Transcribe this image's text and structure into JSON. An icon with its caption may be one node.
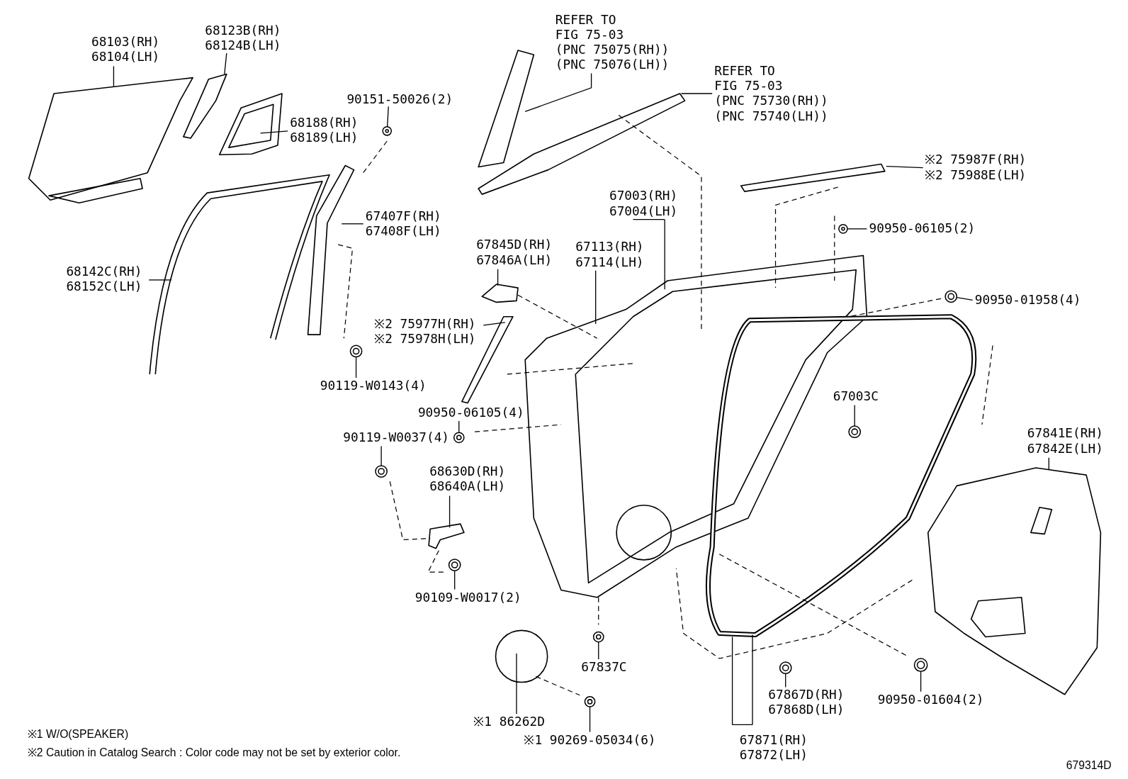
{
  "diagram": {
    "nodes": [
      {
        "text": [
          "68103(RH) 68104(LH)"
        ]
      },
      {
        "text": [
          "68123B(RH) 68124B(LH)"
        ]
      },
      {
        "text": [
          "68188(RH) 68189(LH)"
        ]
      },
      {
        "text": [
          "90151-50026(2)"
        ]
      },
      {
        "text": [
          "68142C(RH) 68152C(LH)"
        ]
      },
      {
        "text": [
          "67407F(RH) 67408F(LH)"
        ]
      },
      {
        "text": [
          "90119-W0143(4)"
        ]
      },
      {
        "text": [
          "REFER TO FIG 75-03",
          "(PNC 75075(RH)) (PNC 75076(LH))"
        ]
      },
      {
        "text": [
          "REFER TO FIG 75-03",
          "(PNC 75730(RH)) (PNC 75740(LH))"
        ]
      },
      {
        "text": [
          "※2 75987F(RH) ※2 75988E(LH)"
        ]
      },
      {
        "text": [
          "90950-06105(2)"
        ]
      },
      {
        "text": [
          "67003(RH) 67004(LH)"
        ]
      },
      {
        "text": [
          "67113(RH) 67114(LH)"
        ]
      },
      {
        "text": [
          "67845D(RH) 67846A(LH)"
        ]
      },
      {
        "text": [
          "90950-01958(4)"
        ]
      },
      {
        "text": [
          "※2 75977H(RH) ※2 75978H(LH)"
        ]
      },
      {
        "text": [
          "67003C"
        ]
      },
      {
        "text": [
          "90950-06105(4)"
        ]
      },
      {
        "text": [
          "90119-W0037(4)"
        ]
      },
      {
        "text": [
          "68630D(RH) 68640A(LH)"
        ]
      },
      {
        "text": [
          "67841E(RH) 67842E(LH)"
        ]
      },
      {
        "text": [
          "90109-W0017(2)"
        ]
      },
      {
        "text": [
          "67837C"
        ]
      },
      {
        "text": [
          "※1 86262D"
        ]
      },
      {
        "text": [
          "※1 90269-05034(6)"
        ]
      },
      {
        "text": [
          "67867D(RH) 67868D(LH)"
        ]
      },
      {
        "text": [
          "90950-01604(2)"
        ]
      },
      {
        "text": [
          "67871(RH) 67872(LH)"
        ]
      },
      {
        "text": [],
        "shape": "picture"
      },
      {
        "text": [],
        "shape": "picture"
      },
      {
        "text": [],
        "shape": "picture"
      },
      {
        "text": [],
        "shape": "picture"
      },
      {
        "text": [],
        "shape": "picture"
      },
      {
        "text": [],
        "shape": "picture"
      },
      {
        "text": [],
        "shape": "picture"
      },
      {
        "text": [],
        "shape": "picture"
      },
      {
        "text": [],
        "shape": "picture"
      },
      {
        "text": [],
        "shape": "picture"
      },
      {
        "text": [],
        "shape": "picture"
      },
      {
        "text": [],
        "shape": "picture"
      },
      {
        "text": [],
        "shape": "picture"
      }
    ],
    "edges": [
      {
        "from": 0,
        "to": null,
        "arrow": "none"
      },
      {
        "from": 1,
        "to": null,
        "arrow": "none"
      },
      {
        "from": 2,
        "to": null,
        "arrow": "none"
      },
      {
        "from": 3,
        "to": 30,
        "arrow": "none"
      },
      {
        "from": 4,
        "to": null,
        "arrow": "none"
      },
      {
        "from": 5,
        "to": null,
        "arrow": "none"
      },
      {
        "from": 6,
        "to": 28,
        "arrow": "none"
      },
      {
        "from": 7,
        "to": null,
        "arrow": "none"
      },
      {
        "from": 8,
        "to": null,
        "arrow": "none"
      },
      {
        "from": 9,
        "to": null,
        "arrow": "none"
      },
      {
        "from": 10,
        "to": 36,
        "arrow": "none"
      },
      {
        "from": 11,
        "to": null,
        "arrow": "none"
      },
      {
        "from": 12,
        "to": null,
        "arrow": "none"
      },
      {
        "from": 13,
        "to": null,
        "arrow": "none"
      },
      {
        "from": 14,
        "to": 40,
        "arrow": "none"
      },
      {
        "from": 15,
        "to": null,
        "arrow": "none"
      },
      {
        "from": 16,
        "to": 37,
        "arrow": "none"
      },
      {
        "from": 17,
        "to": 32,
        "arrow": "none"
      },
      {
        "from": 18,
        "to": 29,
        "arrow": "none"
      },
      {
        "from": 19,
        "to": null,
        "arrow": "none"
      },
      {
        "from": 20,
        "to": 39,
        "arrow": "none"
      },
      {
        "from": 21,
        "to": 31,
        "arrow": "none"
      },
      {
        "from": 22,
        "to": 34,
        "arrow": "none"
      },
      {
        "from": 23,
        "to": null,
        "arrow": "none"
      },
      {
        "from": 24,
        "to": 33,
        "arrow": "none"
      },
      {
        "from": 25,
        "to": 35,
        "arrow": "none"
      },
      {
        "from": 26,
        "to": 38,
        "arrow": "none"
      },
      {
        "from": 27,
        "to": null,
        "arrow": "none"
      }
    ],
    "labels": [
      "※1 W/O(SPEAKER)",
      "※2 Caution in Catalog Search : Color code may not be set by exterior color.",
      "679314D"
    ]
  }
}
